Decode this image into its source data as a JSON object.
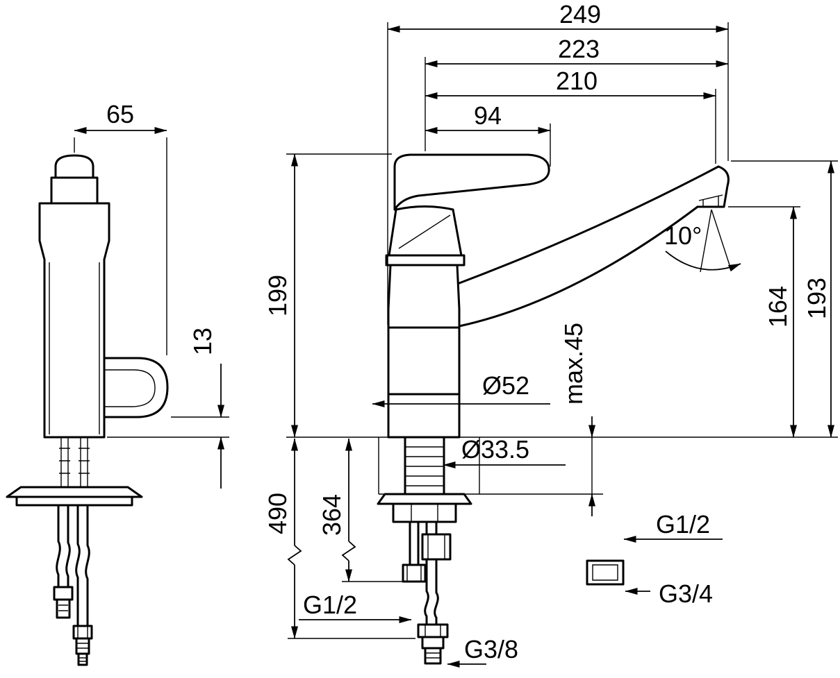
{
  "views": {
    "left_view": {
      "d65": "65",
      "d13": "13"
    },
    "main_view": {
      "top_dims": {
        "d249": "249",
        "d223": "223",
        "d210": "210",
        "d94": "94"
      },
      "height_dims": {
        "d199": "199",
        "d193": "193",
        "d164": "164"
      },
      "angle": "10°",
      "deck_thickness": "max.45",
      "diameters": {
        "base": "Ø52",
        "shank": "Ø33.5"
      },
      "under_dims": {
        "d490": "490",
        "d364": "364"
      },
      "threads": {
        "hose_side": "G1/2",
        "hose_bottom": "G3/8"
      }
    },
    "adapter": {
      "thread_in": "G1/2",
      "thread_out": "G3/4"
    }
  }
}
